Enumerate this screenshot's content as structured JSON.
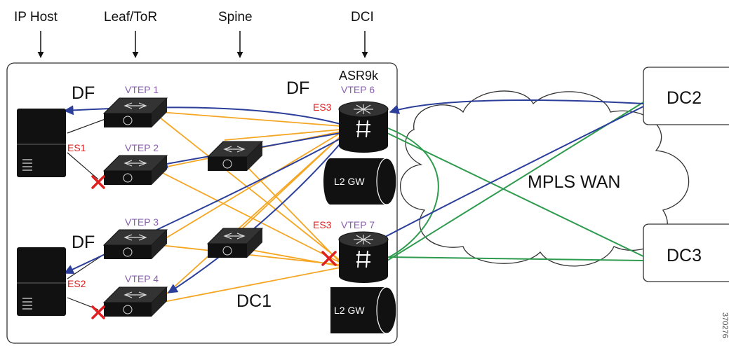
{
  "headers": {
    "ip_host": "IP Host",
    "leaf_tor": "Leaf/ToR",
    "spine": "Spine",
    "dci": "DCI"
  },
  "df_labels": {
    "top_host": "DF",
    "bottom_host": "DF",
    "asr": "DF"
  },
  "asr_label": "ASR9k",
  "vteps": {
    "v1": "VTEP 1",
    "v2": "VTEP 2",
    "v3": "VTEP 3",
    "v4": "VTEP 4",
    "v6": "VTEP 6",
    "v7": "VTEP 7"
  },
  "es": {
    "es1": "ES1",
    "es2": "ES2",
    "es3_top": "ES3",
    "es3_bottom": "ES3"
  },
  "gateway_label": "L2 GW",
  "dc_labels": {
    "dc1": "DC1",
    "dc2": "DC2",
    "dc3": "DC3"
  },
  "cloud_label": "MPLS WAN",
  "figure_id": "370276",
  "colors": {
    "orange": "#f5a623",
    "blue": "#2b3f9a",
    "green": "#2e9b4e",
    "red": "#e02020",
    "purple": "#8a5fb0"
  }
}
